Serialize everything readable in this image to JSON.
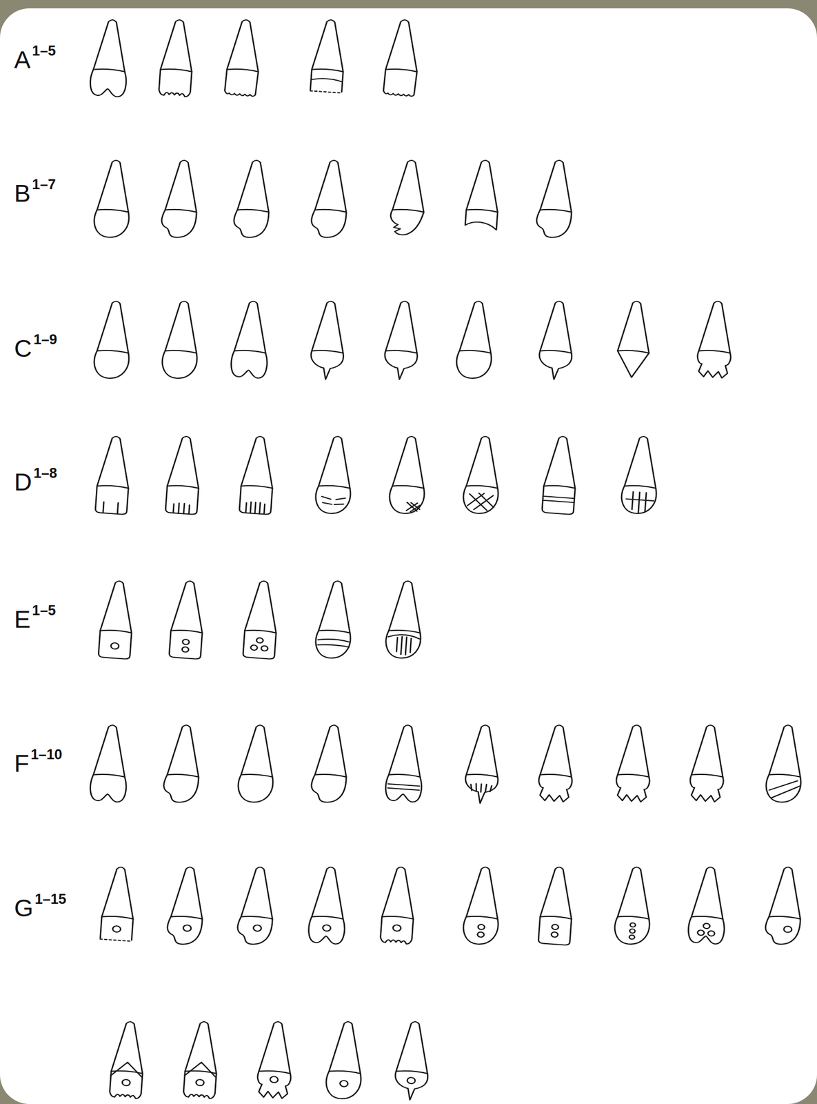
{
  "diagram": {
    "labels": [
      "A",
      "1–5",
      "B",
      "1–7",
      "C",
      "1–9",
      "D",
      "1–8",
      "E",
      "1–5",
      "F",
      "1–10",
      "G",
      "1–15"
    ]
  }
}
